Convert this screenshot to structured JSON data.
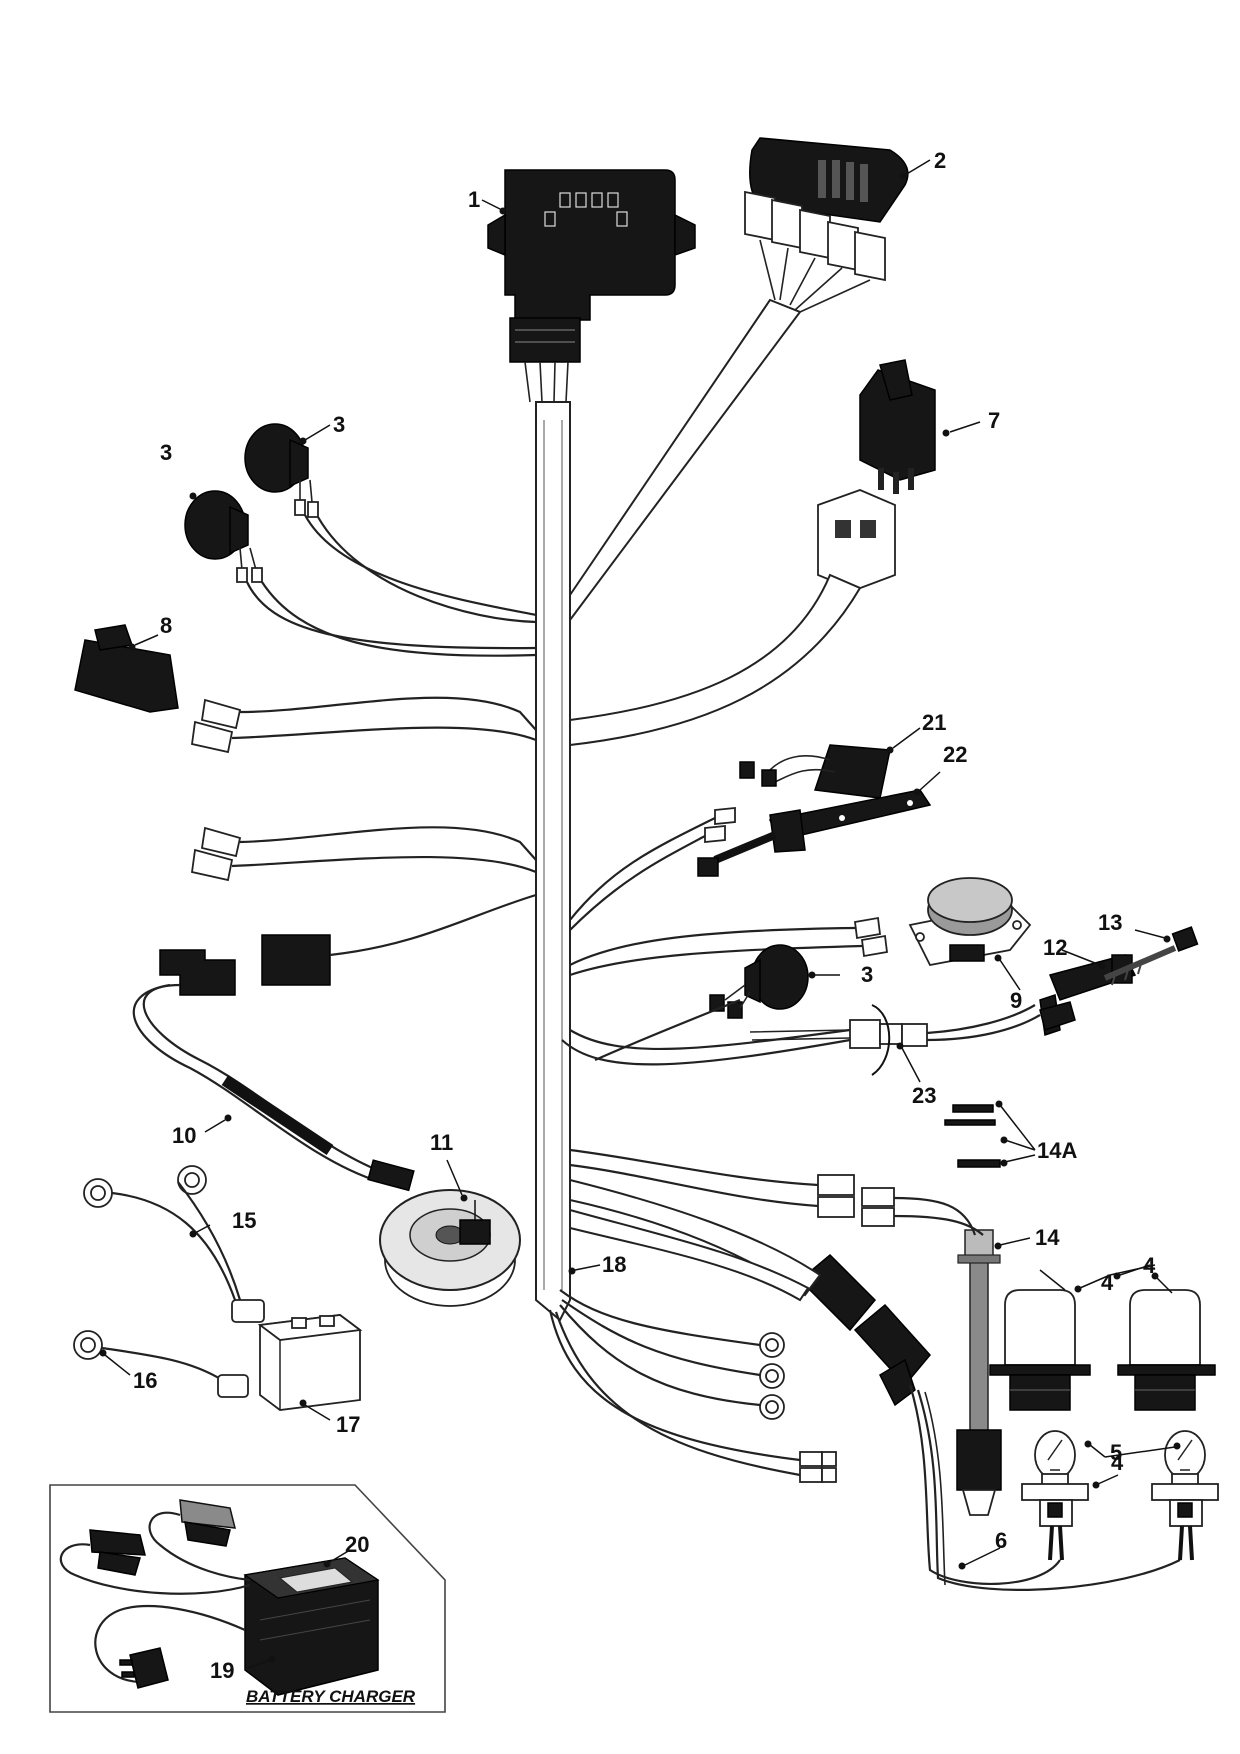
{
  "callouts": [
    {
      "id": "1",
      "label": "1"
    },
    {
      "id": "2",
      "label": "2"
    },
    {
      "id": "3a",
      "label": "3"
    },
    {
      "id": "3b",
      "label": "3"
    },
    {
      "id": "3c",
      "label": "3"
    },
    {
      "id": "4a",
      "label": "4"
    },
    {
      "id": "4b",
      "label": "4"
    },
    {
      "id": "4c",
      "label": "4"
    },
    {
      "id": "5",
      "label": "5"
    },
    {
      "id": "6",
      "label": "6"
    },
    {
      "id": "7",
      "label": "7"
    },
    {
      "id": "8",
      "label": "8"
    },
    {
      "id": "9",
      "label": "9"
    },
    {
      "id": "10",
      "label": "10"
    },
    {
      "id": "11",
      "label": "11"
    },
    {
      "id": "12",
      "label": "12"
    },
    {
      "id": "13",
      "label": "13"
    },
    {
      "id": "14",
      "label": "14"
    },
    {
      "id": "14A",
      "label": "14A"
    },
    {
      "id": "15",
      "label": "15"
    },
    {
      "id": "16",
      "label": "16"
    },
    {
      "id": "17",
      "label": "17"
    },
    {
      "id": "18",
      "label": "18"
    },
    {
      "id": "19",
      "label": "19"
    },
    {
      "id": "20",
      "label": "20"
    },
    {
      "id": "21",
      "label": "21"
    },
    {
      "id": "22",
      "label": "22"
    },
    {
      "id": "23",
      "label": "23"
    }
  ],
  "inset": {
    "caption": "BATTERY CHARGER"
  },
  "colors": {
    "line": "#222222",
    "part_dark": "#161616",
    "part_gray": "#8a8a8a",
    "background": "#ffffff"
  }
}
